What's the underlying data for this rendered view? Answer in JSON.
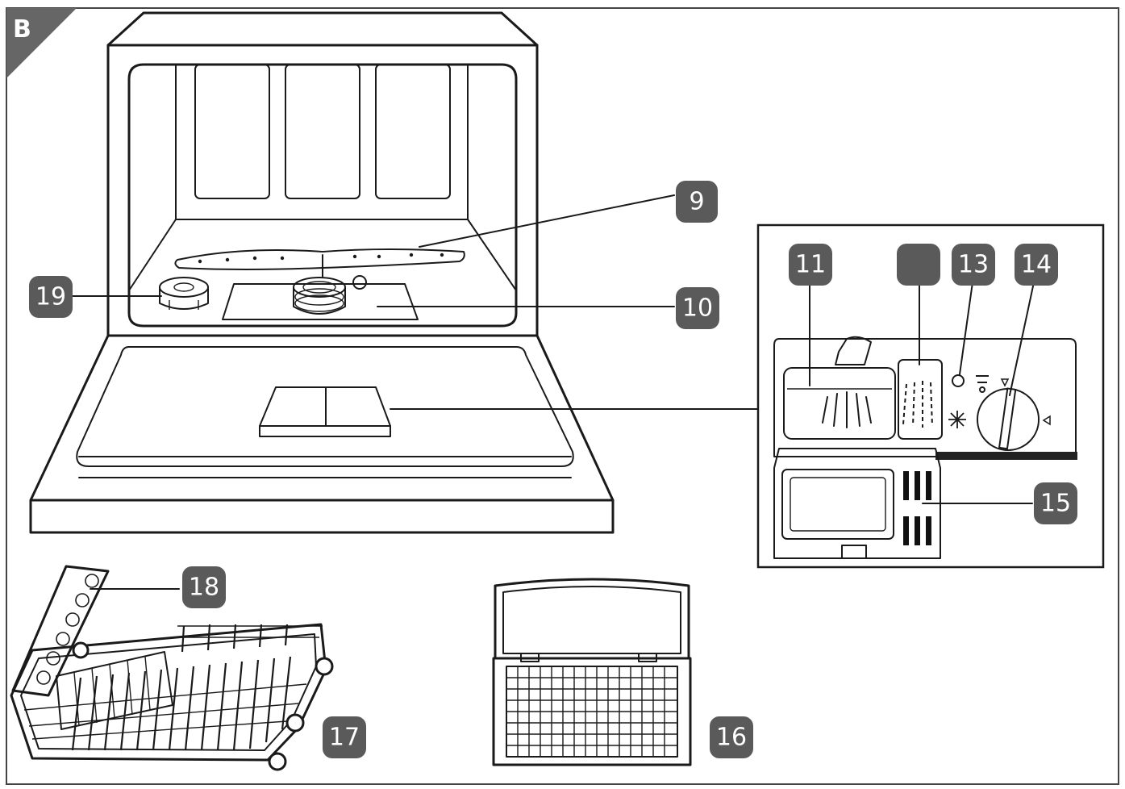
{
  "figure": {
    "corner_label": "B",
    "colors": {
      "badge": "#5a5a5a",
      "line": "#1a1a1a",
      "corner": "#666666"
    },
    "callouts": [
      {
        "key": "c9",
        "label": "9"
      },
      {
        "key": "c10",
        "label": "10"
      },
      {
        "key": "c11",
        "label": "11"
      },
      {
        "key": "c12",
        "label": ""
      },
      {
        "key": "c13",
        "label": "13"
      },
      {
        "key": "c14",
        "label": "14"
      },
      {
        "key": "c15",
        "label": "15"
      },
      {
        "key": "c16",
        "label": "16"
      },
      {
        "key": "c17",
        "label": "17"
      },
      {
        "key": "c18",
        "label": "18"
      },
      {
        "key": "c19",
        "label": "19"
      }
    ]
  }
}
